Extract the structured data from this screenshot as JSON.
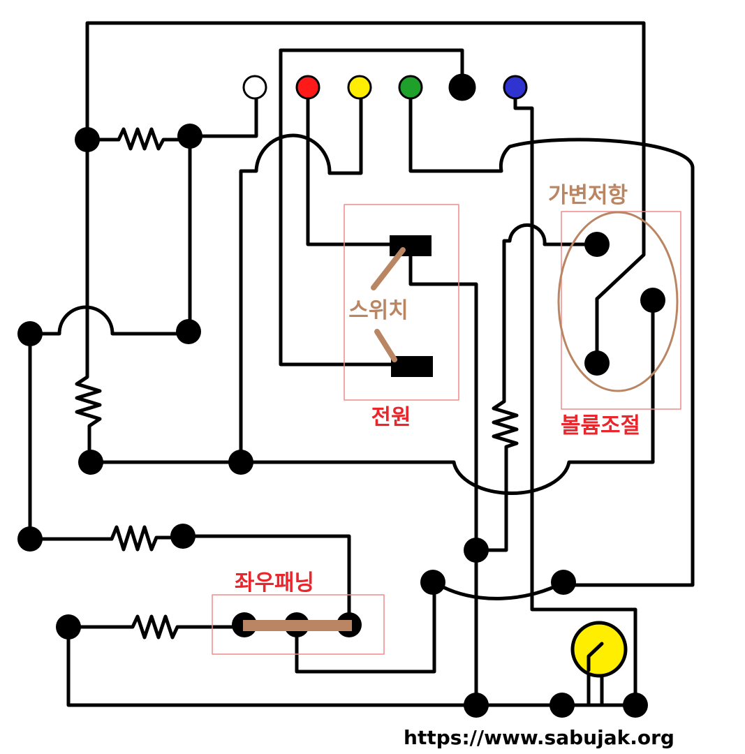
{
  "labels": {
    "variable_resistor": "가변저항",
    "switch": "스위치",
    "power": "전원",
    "volume_control": "볼륨조절",
    "lr_panning": "좌우패닝"
  },
  "watermark": "https://www.sabujak.org",
  "terminals": [
    {
      "name": "terminal-white",
      "color": "#ffffff"
    },
    {
      "name": "terminal-red",
      "color": "#ff1a1a"
    },
    {
      "name": "terminal-yellow",
      "color": "#ffee00"
    },
    {
      "name": "terminal-green",
      "color": "#1fa02a"
    },
    {
      "name": "terminal-black",
      "color": "#000000"
    },
    {
      "name": "terminal-blue",
      "color": "#2f33d0"
    }
  ],
  "colors": {
    "wire": "#000000",
    "label_brown": "#b98563",
    "label_red": "#e8262c",
    "box_outline": "#f08a8a",
    "lamp_fill": "#ffee00"
  }
}
